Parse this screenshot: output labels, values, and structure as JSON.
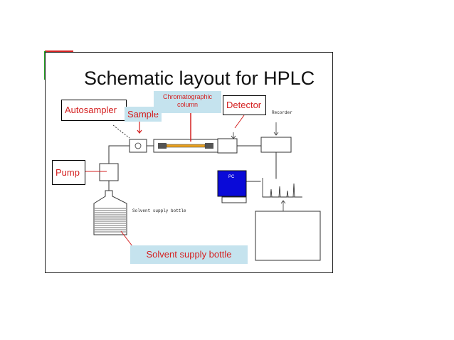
{
  "slide": {
    "title": "Schematic layout for HPLC"
  },
  "callouts": {
    "autosampler": "Autosampler",
    "sample": "Sample",
    "chromatographic_line1": "Chromatographic",
    "chromatographic_line2": "column",
    "detector": "Detector",
    "pump": "Pump",
    "solvent_supply_bottle": "Solvent supply bottle"
  },
  "schematic_labels": {
    "recorder": "Recorder",
    "pc": "PC",
    "solvent_bottle": "Solvent supply bottle"
  },
  "colors": {
    "callout_text": "#d42020",
    "callout_fill": "#c5e3ee",
    "pc_screen": "#0a0ad8",
    "column_line": "#e8a020",
    "corner_mark_red": "#d42020",
    "corner_mark_green": "#22a022"
  }
}
